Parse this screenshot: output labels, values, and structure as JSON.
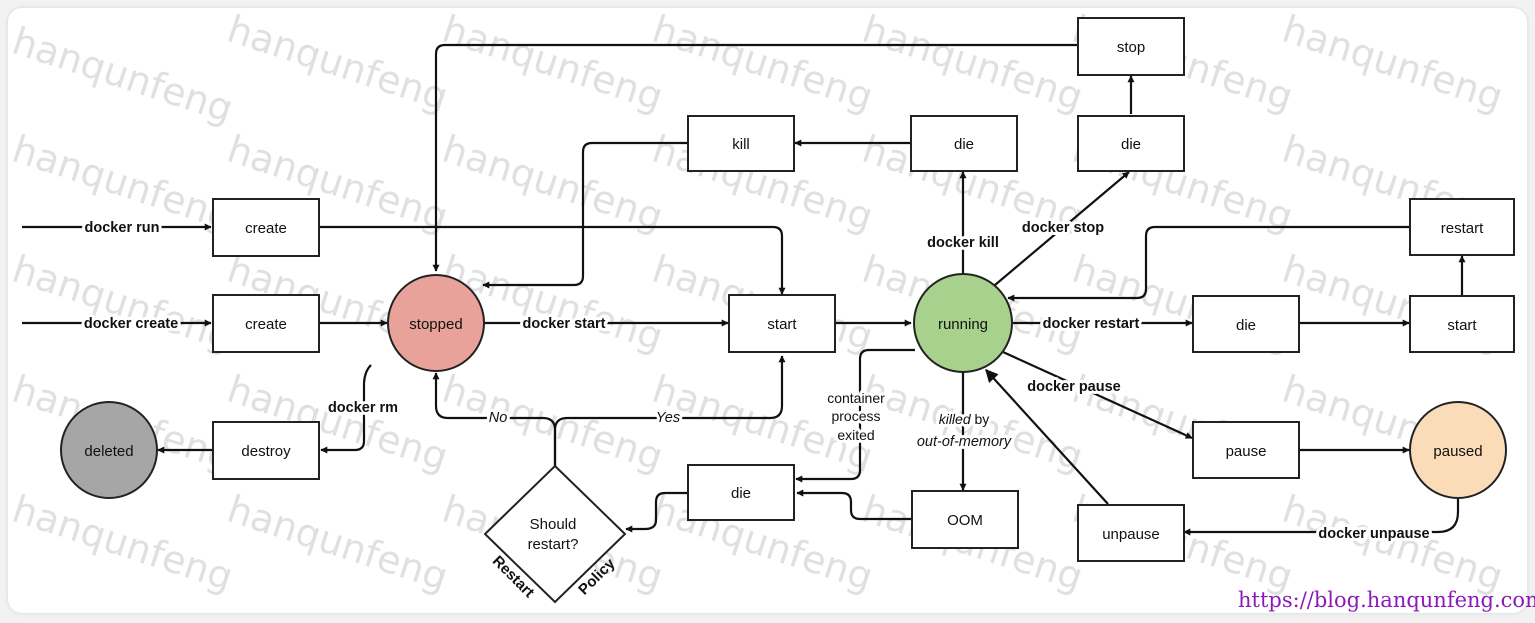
{
  "colors": {
    "stopped": "#e8a29a",
    "running": "#a9d18e",
    "paused": "#fbdcb8",
    "deleted": "#a6a6a6",
    "url": "#8b1ab8"
  },
  "watermark": "hanqunfeng",
  "source_url": "https://blog.hanqunfeng.com",
  "states": {
    "stopped": "stopped",
    "running": "running",
    "paused": "paused",
    "deleted": "deleted"
  },
  "events": {
    "create_run": "create",
    "create_create": "create",
    "destroy": "destroy",
    "start_main": "start",
    "kill": "kill",
    "die_kill": "die",
    "die_stop": "die",
    "stop": "stop",
    "restart": "restart",
    "die_restart": "die",
    "start_restart": "start",
    "pause": "pause",
    "unpause": "unpause",
    "die_exit": "die",
    "oom": "OOM"
  },
  "decision": {
    "line1": "Should",
    "line2": "restart?",
    "side_left": "Restart",
    "side_right": "Policy"
  },
  "commands": {
    "docker_run": "docker run",
    "docker_create": "docker create",
    "docker_start": "docker start",
    "docker_rm": "docker rm",
    "docker_kill": "docker kill",
    "docker_stop": "docker stop",
    "docker_restart": "docker restart",
    "docker_pause": "docker pause",
    "docker_unpause": "docker unpause"
  },
  "labels": {
    "no": "No",
    "yes": "Yes",
    "container": "container",
    "process": "process",
    "exited": "exited",
    "killed": "killed",
    "by": " by",
    "out_of_memory": "out-of-memory"
  }
}
